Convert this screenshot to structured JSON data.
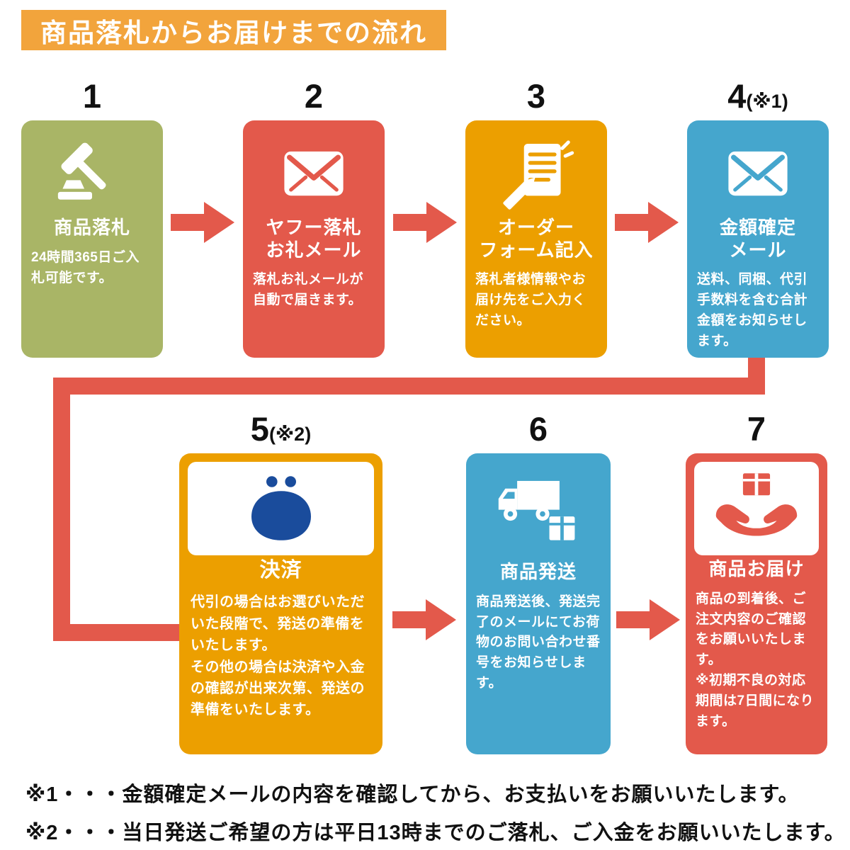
{
  "banner": {
    "title": "商品落札からお届けまでの流れ"
  },
  "palette": {
    "banner_orange": "#F2A43C",
    "olive_green": "#A9B566",
    "coral_red": "#E3594B",
    "deep_orange": "#EC9F00",
    "sky_blue": "#45A6CD",
    "purse_navy": "#1A4C9C",
    "arrow_red": "#E3594B",
    "text_black": "#111111",
    "panel_white": "#FFFFFF"
  },
  "steps": [
    {
      "number": "1",
      "note": "",
      "icon": "gavel-icon",
      "color": "#A9B566",
      "title": "商品落札",
      "desc": "24時間365日ご入札可能です。"
    },
    {
      "number": "2",
      "note": "",
      "icon": "mail-icon",
      "color": "#E3594B",
      "title": "ヤフー落札\nお礼メール",
      "desc": "落札お礼メールが自動で届きます。"
    },
    {
      "number": "3",
      "note": "",
      "icon": "order-form-icon",
      "color": "#EC9F00",
      "title": "オーダー\nフォーム記入",
      "desc": "落札者様情報やお届け先をご入力ください。"
    },
    {
      "number": "4",
      "note": "(※1)",
      "icon": "mail-icon",
      "color": "#45A6CD",
      "title": "金額確定\nメール",
      "desc": "送料、同梱、代引手数料を含む合計金額をお知らせします。"
    },
    {
      "number": "5",
      "note": "(※2)",
      "icon": "coin-purse-icon",
      "color": "#EC9F00",
      "title": "決済",
      "desc": "代引の場合はお選びいただいた段階で、発送の準備をいたします。\nその他の場合は決済や入金の確認が出来次第、発送の準備をいたします。"
    },
    {
      "number": "6",
      "note": "",
      "icon": "delivery-truck-icon",
      "color": "#45A6CD",
      "title": "商品発送",
      "desc": "商品発送後、発送完了のメールにてお荷物のお問い合わせ番号をお知らせします。"
    },
    {
      "number": "7",
      "note": "",
      "icon": "hands-package-icon",
      "color": "#E3594B",
      "title": "商品お届け",
      "desc": "商品の到着後、ご注文内容のご確認をお願いいたします。\n※初期不良の対応期間は7日間になります。"
    }
  ],
  "footnotes": [
    "※1・・・金額確定メールの内容を確認してから、お支払いをお願いいたします。",
    "※2・・・当日発送ご希望の方は平日13時までのご落札、ご入金をお願いいたします。"
  ]
}
